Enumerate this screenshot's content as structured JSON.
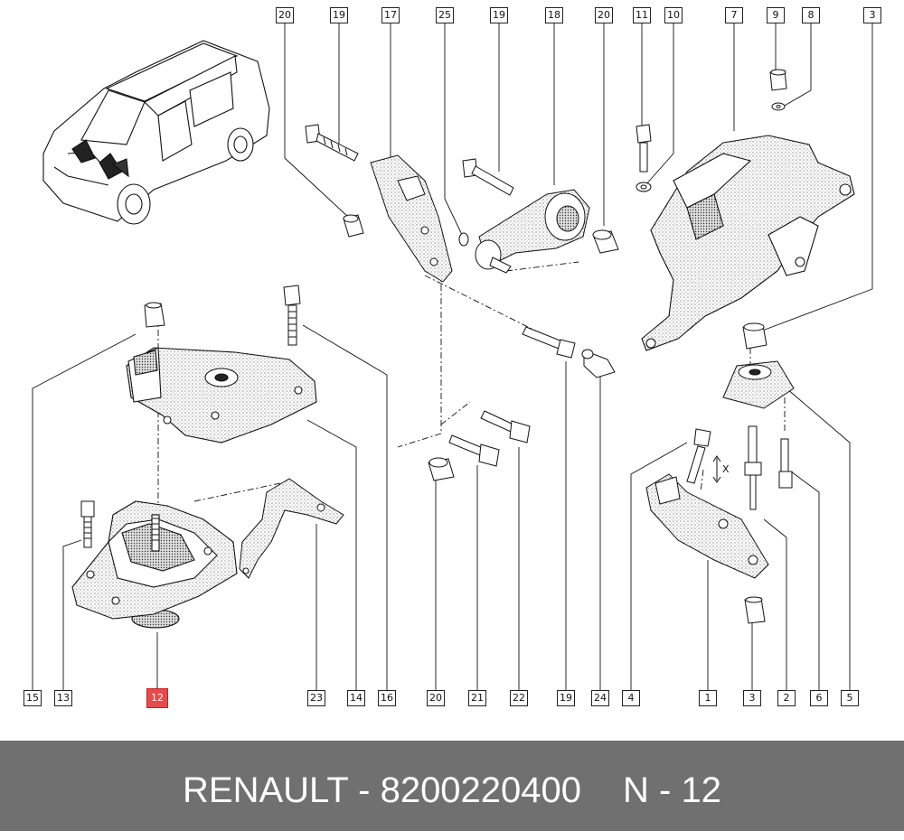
{
  "callouts": [
    {
      "id": "c-20-top",
      "label": "20",
      "highlight": false
    },
    {
      "id": "c-19-top-a",
      "label": "19",
      "highlight": false
    },
    {
      "id": "c-17",
      "label": "17",
      "highlight": false
    },
    {
      "id": "c-25",
      "label": "25",
      "highlight": false
    },
    {
      "id": "c-19-top-b",
      "label": "19",
      "highlight": false
    },
    {
      "id": "c-18",
      "label": "18",
      "highlight": false
    },
    {
      "id": "c-20-top-b",
      "label": "20",
      "highlight": false
    },
    {
      "id": "c-11",
      "label": "11",
      "highlight": false
    },
    {
      "id": "c-10",
      "label": "10",
      "highlight": false
    },
    {
      "id": "c-7",
      "label": "7",
      "highlight": false
    },
    {
      "id": "c-9",
      "label": "9",
      "highlight": false
    },
    {
      "id": "c-8",
      "label": "8",
      "highlight": false
    },
    {
      "id": "c-3-top",
      "label": "3",
      "highlight": false
    },
    {
      "id": "c-15",
      "label": "15",
      "highlight": false
    },
    {
      "id": "c-13",
      "label": "13",
      "highlight": false
    },
    {
      "id": "c-12",
      "label": "12",
      "highlight": true
    },
    {
      "id": "c-23",
      "label": "23",
      "highlight": false
    },
    {
      "id": "c-14",
      "label": "14",
      "highlight": false
    },
    {
      "id": "c-16",
      "label": "16",
      "highlight": false
    },
    {
      "id": "c-20-bottom",
      "label": "20",
      "highlight": false
    },
    {
      "id": "c-21",
      "label": "21",
      "highlight": false
    },
    {
      "id": "c-22",
      "label": "22",
      "highlight": false
    },
    {
      "id": "c-19-bottom",
      "label": "19",
      "highlight": false
    },
    {
      "id": "c-24",
      "label": "24",
      "highlight": false
    },
    {
      "id": "c-4",
      "label": "4",
      "highlight": false
    },
    {
      "id": "c-1",
      "label": "1",
      "highlight": false
    },
    {
      "id": "c-3-bottom",
      "label": "3",
      "highlight": false
    },
    {
      "id": "c-2",
      "label": "2",
      "highlight": false
    },
    {
      "id": "c-6",
      "label": "6",
      "highlight": false
    },
    {
      "id": "c-5",
      "label": "5",
      "highlight": false
    }
  ],
  "axis_mark": "X",
  "footer": {
    "title": "RENAULT - 8200220400",
    "ref": "N - 12"
  },
  "colors": {
    "highlight": "#e74a4a",
    "footer_bg": "#707070",
    "footer_text": "#ffffff"
  }
}
